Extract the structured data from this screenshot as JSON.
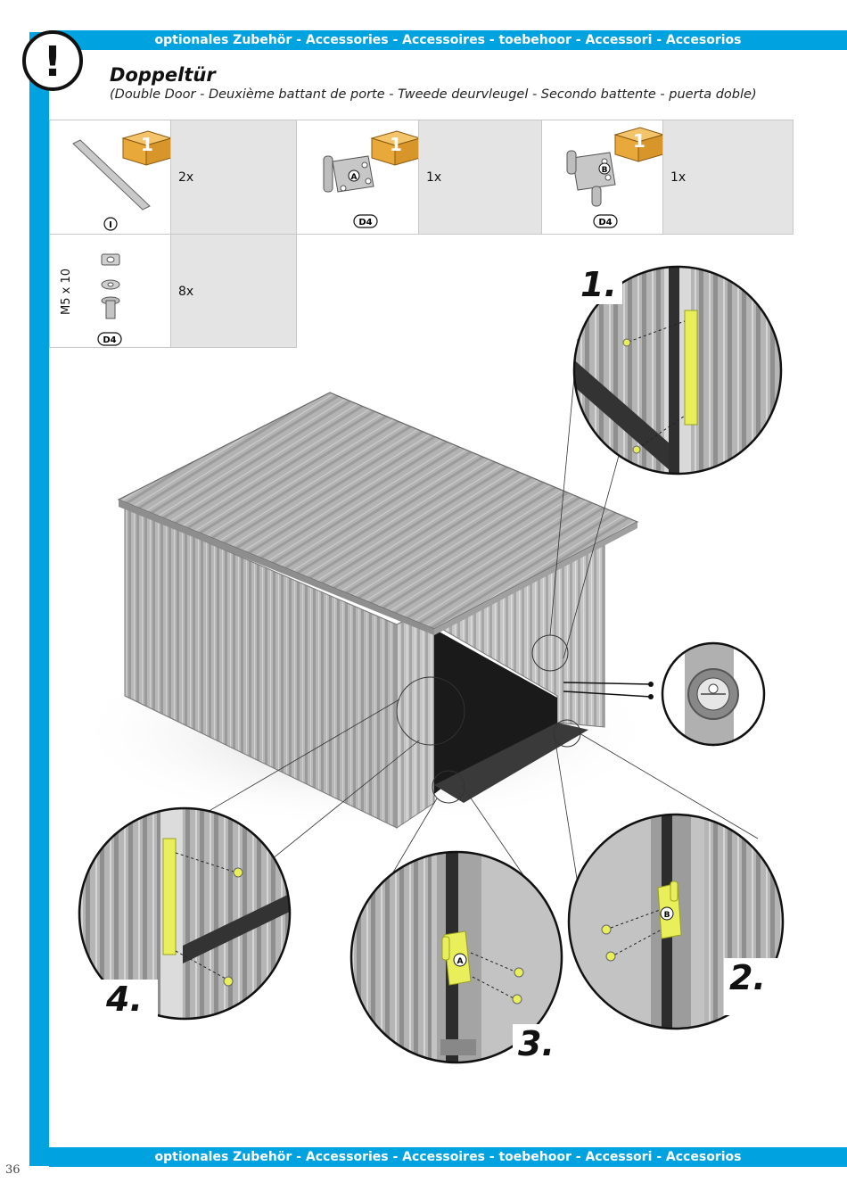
{
  "header": {
    "band_text": "optionales Zubehör - Accessories - Accessoires - toebehoor - Accessori - Accesorios"
  },
  "footer": {
    "band_text": "optionales Zubehör - Accessories - Accessoires - toebehoor - Accessori - Accesorios",
    "page_number": "36"
  },
  "warning_icon": {
    "name": "exclamation-icon",
    "glyph": "!"
  },
  "doc": {
    "title": "Doppeltür",
    "subtitle": "(Double Door - Deuxième battant de porte - Tweede deurvleugel - Secondo battente - puerta doble)"
  },
  "parts": [
    {
      "box_count": "1",
      "tag": "I",
      "quantity": "2x"
    },
    {
      "box_count": "1",
      "tag": "D4",
      "part_letter": "A",
      "quantity": "1x"
    },
    {
      "box_count": "1",
      "tag": "D4",
      "part_letter": "B",
      "quantity": "1x"
    },
    {
      "box_count": "",
      "tag": "D4",
      "side_label": "M5 x 10",
      "quantity": "8x"
    }
  ],
  "steps": [
    {
      "label": "1."
    },
    {
      "label": "2."
    },
    {
      "label": "3."
    },
    {
      "label": "4."
    }
  ],
  "callout_letters": {
    "a": "A",
    "b": "B"
  },
  "colors": {
    "accent": "#00a3e0",
    "highlight": "#e8ef5a",
    "box": "#e9a93a",
    "metal": "#b9b9b9"
  }
}
